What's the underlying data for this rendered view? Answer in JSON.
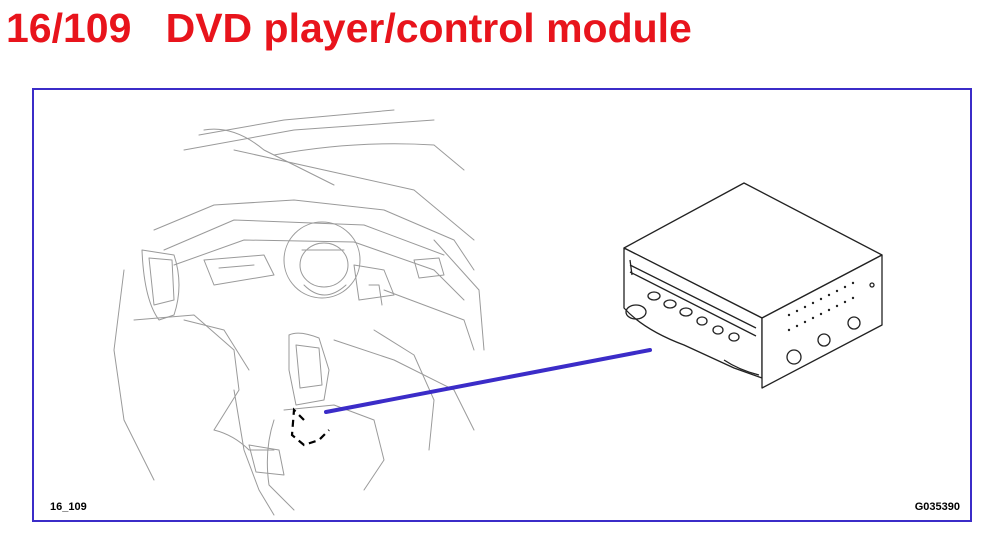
{
  "title": {
    "number": "16/109",
    "text": "DVD player/control module",
    "color": "#e8141c"
  },
  "figure": {
    "label_left": "16_109",
    "label_right": "G035390",
    "frame_color": "#3b2cc8",
    "leader_color": "#3b2cc8"
  }
}
